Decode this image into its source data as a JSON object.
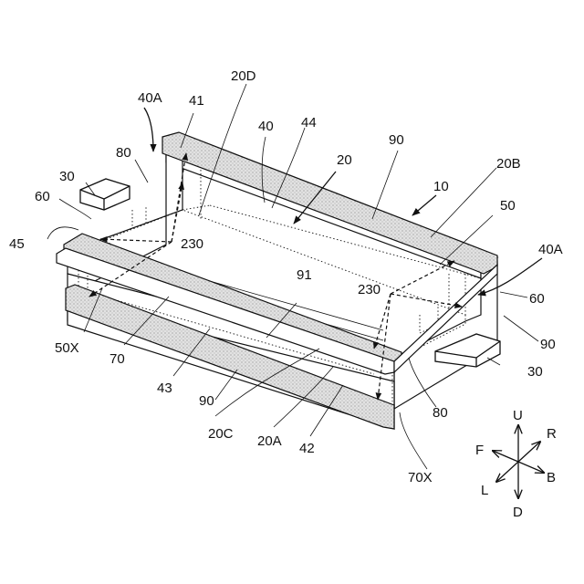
{
  "labels": {
    "l20D": "20D",
    "l40A_left": "40A",
    "l41": "41",
    "l40": "40",
    "l44": "44",
    "l90_top": "90",
    "l20": "20",
    "l20B": "20B",
    "l80_left": "80",
    "l10": "10",
    "l30_left": "30",
    "l50": "50",
    "l60_left": "60",
    "l40A_right": "40A",
    "l45": "45",
    "l230_left": "230",
    "l91": "91",
    "l230_right": "230",
    "l60_right": "60",
    "l50X": "50X",
    "l70": "70",
    "l90_right": "90",
    "l30_right": "30",
    "l43": "43",
    "l90_bottom": "90",
    "l80_right": "80",
    "l20C": "20C",
    "l20A": "20A",
    "l42": "42",
    "l70X": "70X"
  },
  "compass": {
    "up": "U",
    "down": "D",
    "front": "F",
    "back": "B",
    "left": "L",
    "right": "R"
  },
  "colors": {
    "line": "#111111",
    "stipple": "#9a9a9a",
    "background": "#ffffff"
  }
}
